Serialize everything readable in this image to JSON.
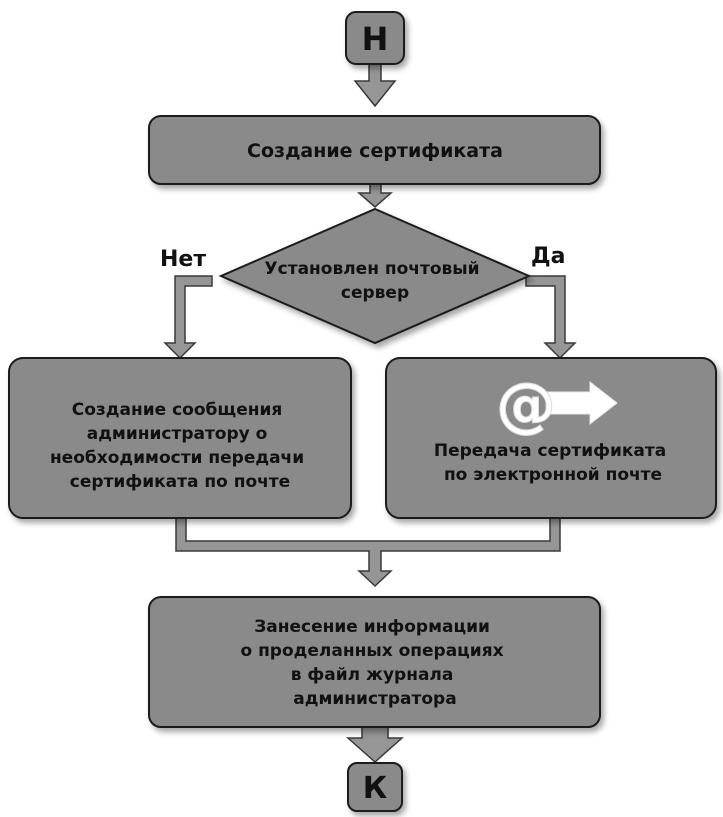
{
  "flowchart": {
    "start": {
      "label": "Н"
    },
    "end": {
      "label": "К"
    },
    "create_certificate": {
      "lines": [
        "Создание сертификата"
      ]
    },
    "decision": {
      "lines": [
        "Установлен почтовый",
        "сервер"
      ]
    },
    "branch_no": {
      "label": "Нет"
    },
    "branch_yes": {
      "label": "Да"
    },
    "notify_admin": {
      "lines": [
        "Создание сообщения",
        "администратору о",
        "необходимости передачи",
        "сертификата по почте"
      ]
    },
    "send_email": {
      "icon_symbol": "@",
      "icon": "email-at-arrow-icon",
      "lines": [
        "Передача сертификата",
        "по электронной почте"
      ]
    },
    "log_entry": {
      "lines": [
        "Занесение информации",
        "о проделанных операциях",
        "в файл журнала",
        "администратора"
      ]
    }
  },
  "colors": {
    "shape_fill": "#8a8a8a",
    "shape_stroke": "#1a1a1a",
    "connector_fill": "#969696",
    "connector_stroke": "#3a3a3a",
    "text": "#111111"
  }
}
